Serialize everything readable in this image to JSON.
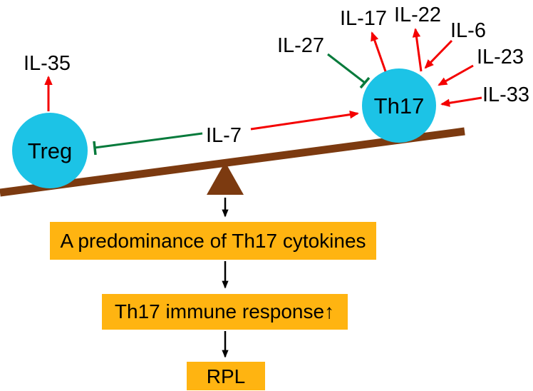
{
  "figure": {
    "type": "seesaw-balance-diagram",
    "cells": {
      "treg": "Treg",
      "th17": "Th17"
    },
    "cytokines": {
      "il35": "IL-35",
      "il7": "IL-7",
      "il27": "IL-27",
      "il17": "IL-17",
      "il22": "IL-22",
      "il6": "IL-6",
      "il23": "IL-23",
      "il33": "IL-33"
    },
    "flow": {
      "box1": "A predominance of Th17 cytokines",
      "box2": "Th17 immune response↑",
      "box3": "RPL"
    },
    "colors": {
      "cell_fill": "#1CC3E6",
      "plank_brown": "#7C3A10",
      "stimulate_red": "#F40000",
      "inhibit_green": "#067A3B",
      "box_orange": "#FFB411",
      "text_black": "#000000"
    }
  }
}
